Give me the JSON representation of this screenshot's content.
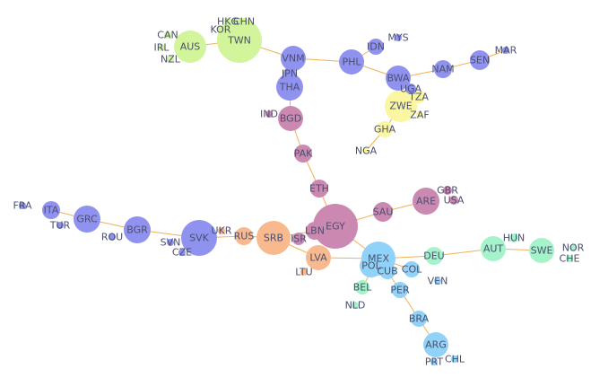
{
  "group_colors": {
    "blue": "#8f92ee",
    "pink": "#cb89b2",
    "orange": "#f9b98e",
    "lime": "#d2f59b",
    "yellow": "#faf6a2",
    "sky": "#90d2f8",
    "mint": "#a4f3cb"
  },
  "edge_color": "#f0a842",
  "nodes": [
    {
      "id": "EGY",
      "group": "pink"
    },
    {
      "id": "SRB",
      "group": "orange"
    },
    {
      "id": "SVK",
      "group": "blue"
    },
    {
      "id": "TWN",
      "group": "lime"
    },
    {
      "id": "MEX",
      "group": "sky"
    },
    {
      "id": "AUS",
      "group": "lime"
    },
    {
      "id": "ZWE",
      "group": "yellow"
    },
    {
      "id": "BGR",
      "group": "blue"
    },
    {
      "id": "ARE",
      "group": "pink"
    },
    {
      "id": "VNM",
      "group": "blue"
    },
    {
      "id": "PHL",
      "group": "blue"
    },
    {
      "id": "THA",
      "group": "blue"
    },
    {
      "id": "LVA",
      "group": "orange"
    },
    {
      "id": "BGD",
      "group": "pink"
    },
    {
      "id": "ARG",
      "group": "sky"
    },
    {
      "id": "GRC",
      "group": "blue"
    },
    {
      "id": "SWE",
      "group": "mint"
    },
    {
      "id": "AUT",
      "group": "mint"
    },
    {
      "id": "BWA",
      "group": "blue"
    },
    {
      "id": "LBN",
      "group": "pink"
    },
    {
      "id": "POL",
      "group": "sky"
    },
    {
      "id": "SAU",
      "group": "pink"
    },
    {
      "id": "RUS",
      "group": "orange"
    },
    {
      "id": "DEU",
      "group": "mint"
    },
    {
      "id": "NAM",
      "group": "blue"
    },
    {
      "id": "SEN",
      "group": "blue"
    },
    {
      "id": "ITA",
      "group": "blue"
    },
    {
      "id": "ETH",
      "group": "pink"
    },
    {
      "id": "PAK",
      "group": "pink"
    },
    {
      "id": "IDN",
      "group": "blue"
    },
    {
      "id": "GHA",
      "group": "yellow"
    },
    {
      "id": "BRA",
      "group": "sky"
    },
    {
      "id": "PER",
      "group": "sky"
    },
    {
      "id": "COL",
      "group": "sky"
    },
    {
      "id": "CUB",
      "group": "sky"
    },
    {
      "id": "BEL",
      "group": "mint"
    },
    {
      "id": "TZA",
      "group": "yellow"
    },
    {
      "id": "JPN",
      "group": "blue"
    },
    {
      "id": "UGA",
      "group": "blue"
    },
    {
      "id": "ISR",
      "group": "pink"
    },
    {
      "id": "ZAF",
      "group": "yellow"
    },
    {
      "id": "GBR",
      "group": "pink"
    },
    {
      "id": "USA",
      "group": "pink"
    },
    {
      "id": "HUN",
      "group": "mint"
    },
    {
      "id": "NOR",
      "group": "mint"
    },
    {
      "id": "CHE",
      "group": "mint"
    },
    {
      "id": "UKR",
      "group": "orange"
    },
    {
      "id": "LTU",
      "group": "orange"
    },
    {
      "id": "VEN",
      "group": "sky"
    },
    {
      "id": "NLD",
      "group": "mint"
    },
    {
      "id": "PRT",
      "group": "sky"
    },
    {
      "id": "CHL",
      "group": "sky"
    },
    {
      "id": "TUR",
      "group": "blue"
    },
    {
      "id": "FRA",
      "group": "blue"
    },
    {
      "id": "ROU",
      "group": "blue"
    },
    {
      "id": "SVN",
      "group": "blue"
    },
    {
      "id": "CZE",
      "group": "blue"
    },
    {
      "id": "IND",
      "group": "pink"
    },
    {
      "id": "NGA",
      "group": "yellow"
    },
    {
      "id": "MYS",
      "group": "blue"
    },
    {
      "id": "MAR",
      "group": "blue"
    },
    {
      "id": "KOR",
      "group": "lime"
    },
    {
      "id": "HKG",
      "group": "lime"
    },
    {
      "id": "CHN",
      "group": "lime"
    },
    {
      "id": "CAN",
      "group": "lime"
    },
    {
      "id": "IRL",
      "group": "lime"
    },
    {
      "id": "NZL",
      "group": "lime"
    }
  ],
  "edges": [
    [
      "EGY",
      "ETH"
    ],
    [
      "ETH",
      "PAK"
    ],
    [
      "PAK",
      "BGD"
    ],
    [
      "BGD",
      "THA"
    ],
    [
      "THA",
      "VNM"
    ],
    [
      "VNM",
      "TWN"
    ],
    [
      "TWN",
      "AUS"
    ],
    [
      "VNM",
      "PHL"
    ],
    [
      "PHL",
      "IDN"
    ],
    [
      "PHL",
      "BWA"
    ],
    [
      "BWA",
      "NAM"
    ],
    [
      "NAM",
      "SEN"
    ],
    [
      "SEN",
      "MAR"
    ],
    [
      "BWA",
      "ZWE"
    ],
    [
      "ZWE",
      "GHA"
    ],
    [
      "GHA",
      "NGA"
    ],
    [
      "EGY",
      "SAU"
    ],
    [
      "SAU",
      "ARE"
    ],
    [
      "EGY",
      "LBN"
    ],
    [
      "LBN",
      "SRB"
    ],
    [
      "SRB",
      "RUS"
    ],
    [
      "RUS",
      "SVK"
    ],
    [
      "SVK",
      "BGR"
    ],
    [
      "BGR",
      "GRC"
    ],
    [
      "GRC",
      "ITA"
    ],
    [
      "SRB",
      "LVA"
    ],
    [
      "LVA",
      "MEX"
    ],
    [
      "EGY",
      "MEX"
    ],
    [
      "MEX",
      "DEU"
    ],
    [
      "DEU",
      "AUT"
    ],
    [
      "AUT",
      "SWE"
    ],
    [
      "MEX",
      "PER"
    ],
    [
      "PER",
      "BRA"
    ],
    [
      "BRA",
      "ARG"
    ],
    [
      "MEX",
      "BEL"
    ],
    [
      "MEX",
      "COL"
    ]
  ]
}
